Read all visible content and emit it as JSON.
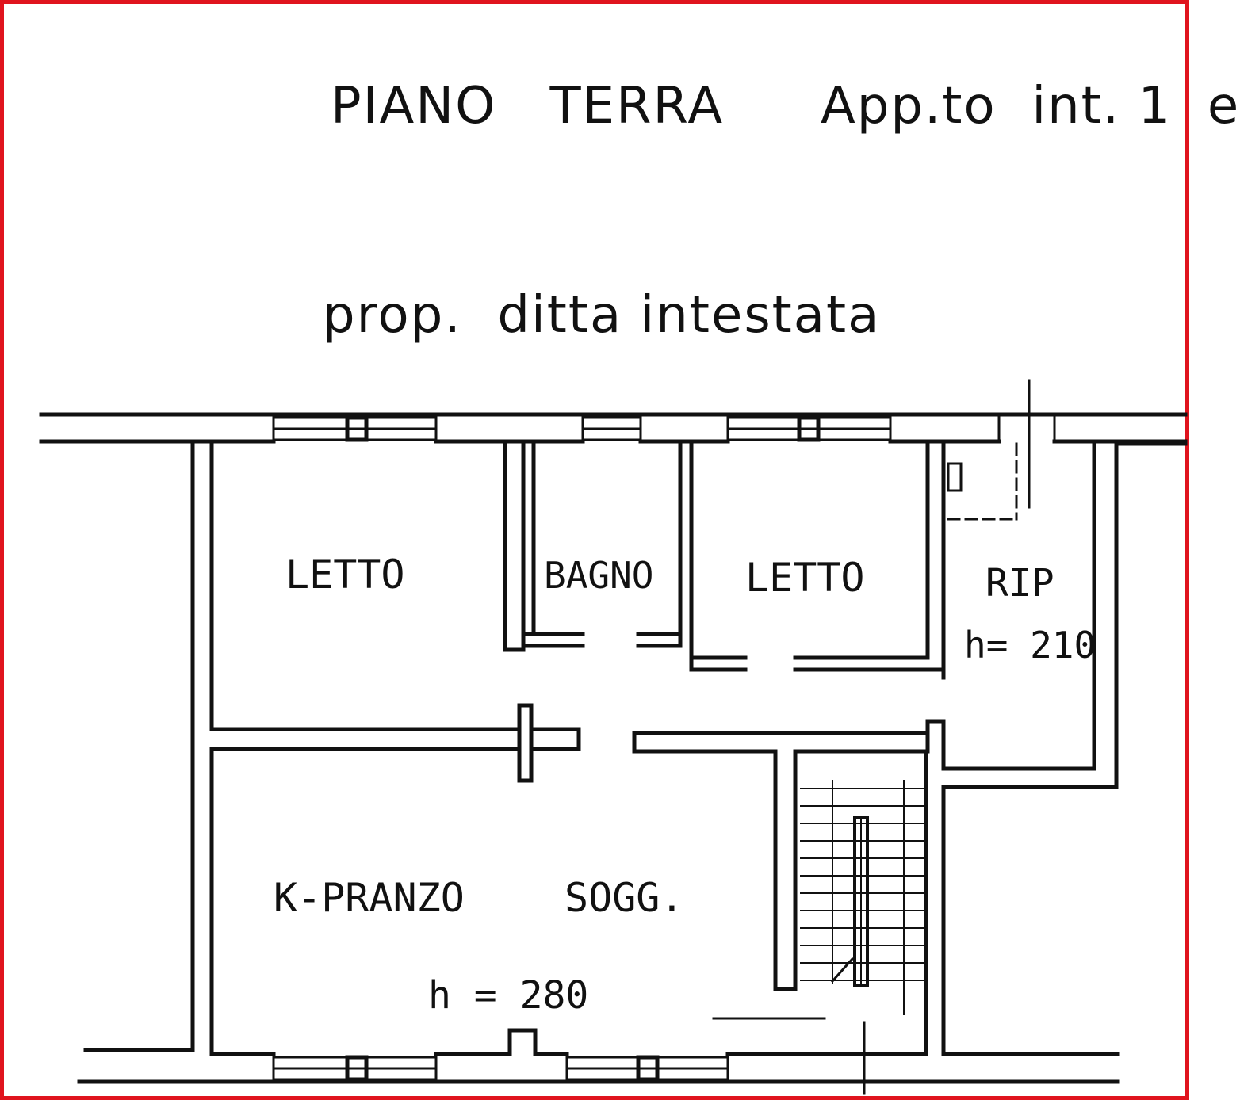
{
  "header": {
    "floor": "PIANO   TERRA",
    "unit": "App.to  int. 1  e",
    "owner": "prop.  ditta intestata"
  },
  "rooms": {
    "letto_1": "LETTO",
    "bagno": "BAGNO",
    "letto_2": "LETTO",
    "ripostiglio": "RIP",
    "ripostiglio_height": "h= 210",
    "cucina": "K-PRANZO",
    "soggiorno": "SOGG.",
    "main_height": "h = 280"
  },
  "colors": {
    "border": "#e0141e",
    "ink": "#111111"
  }
}
